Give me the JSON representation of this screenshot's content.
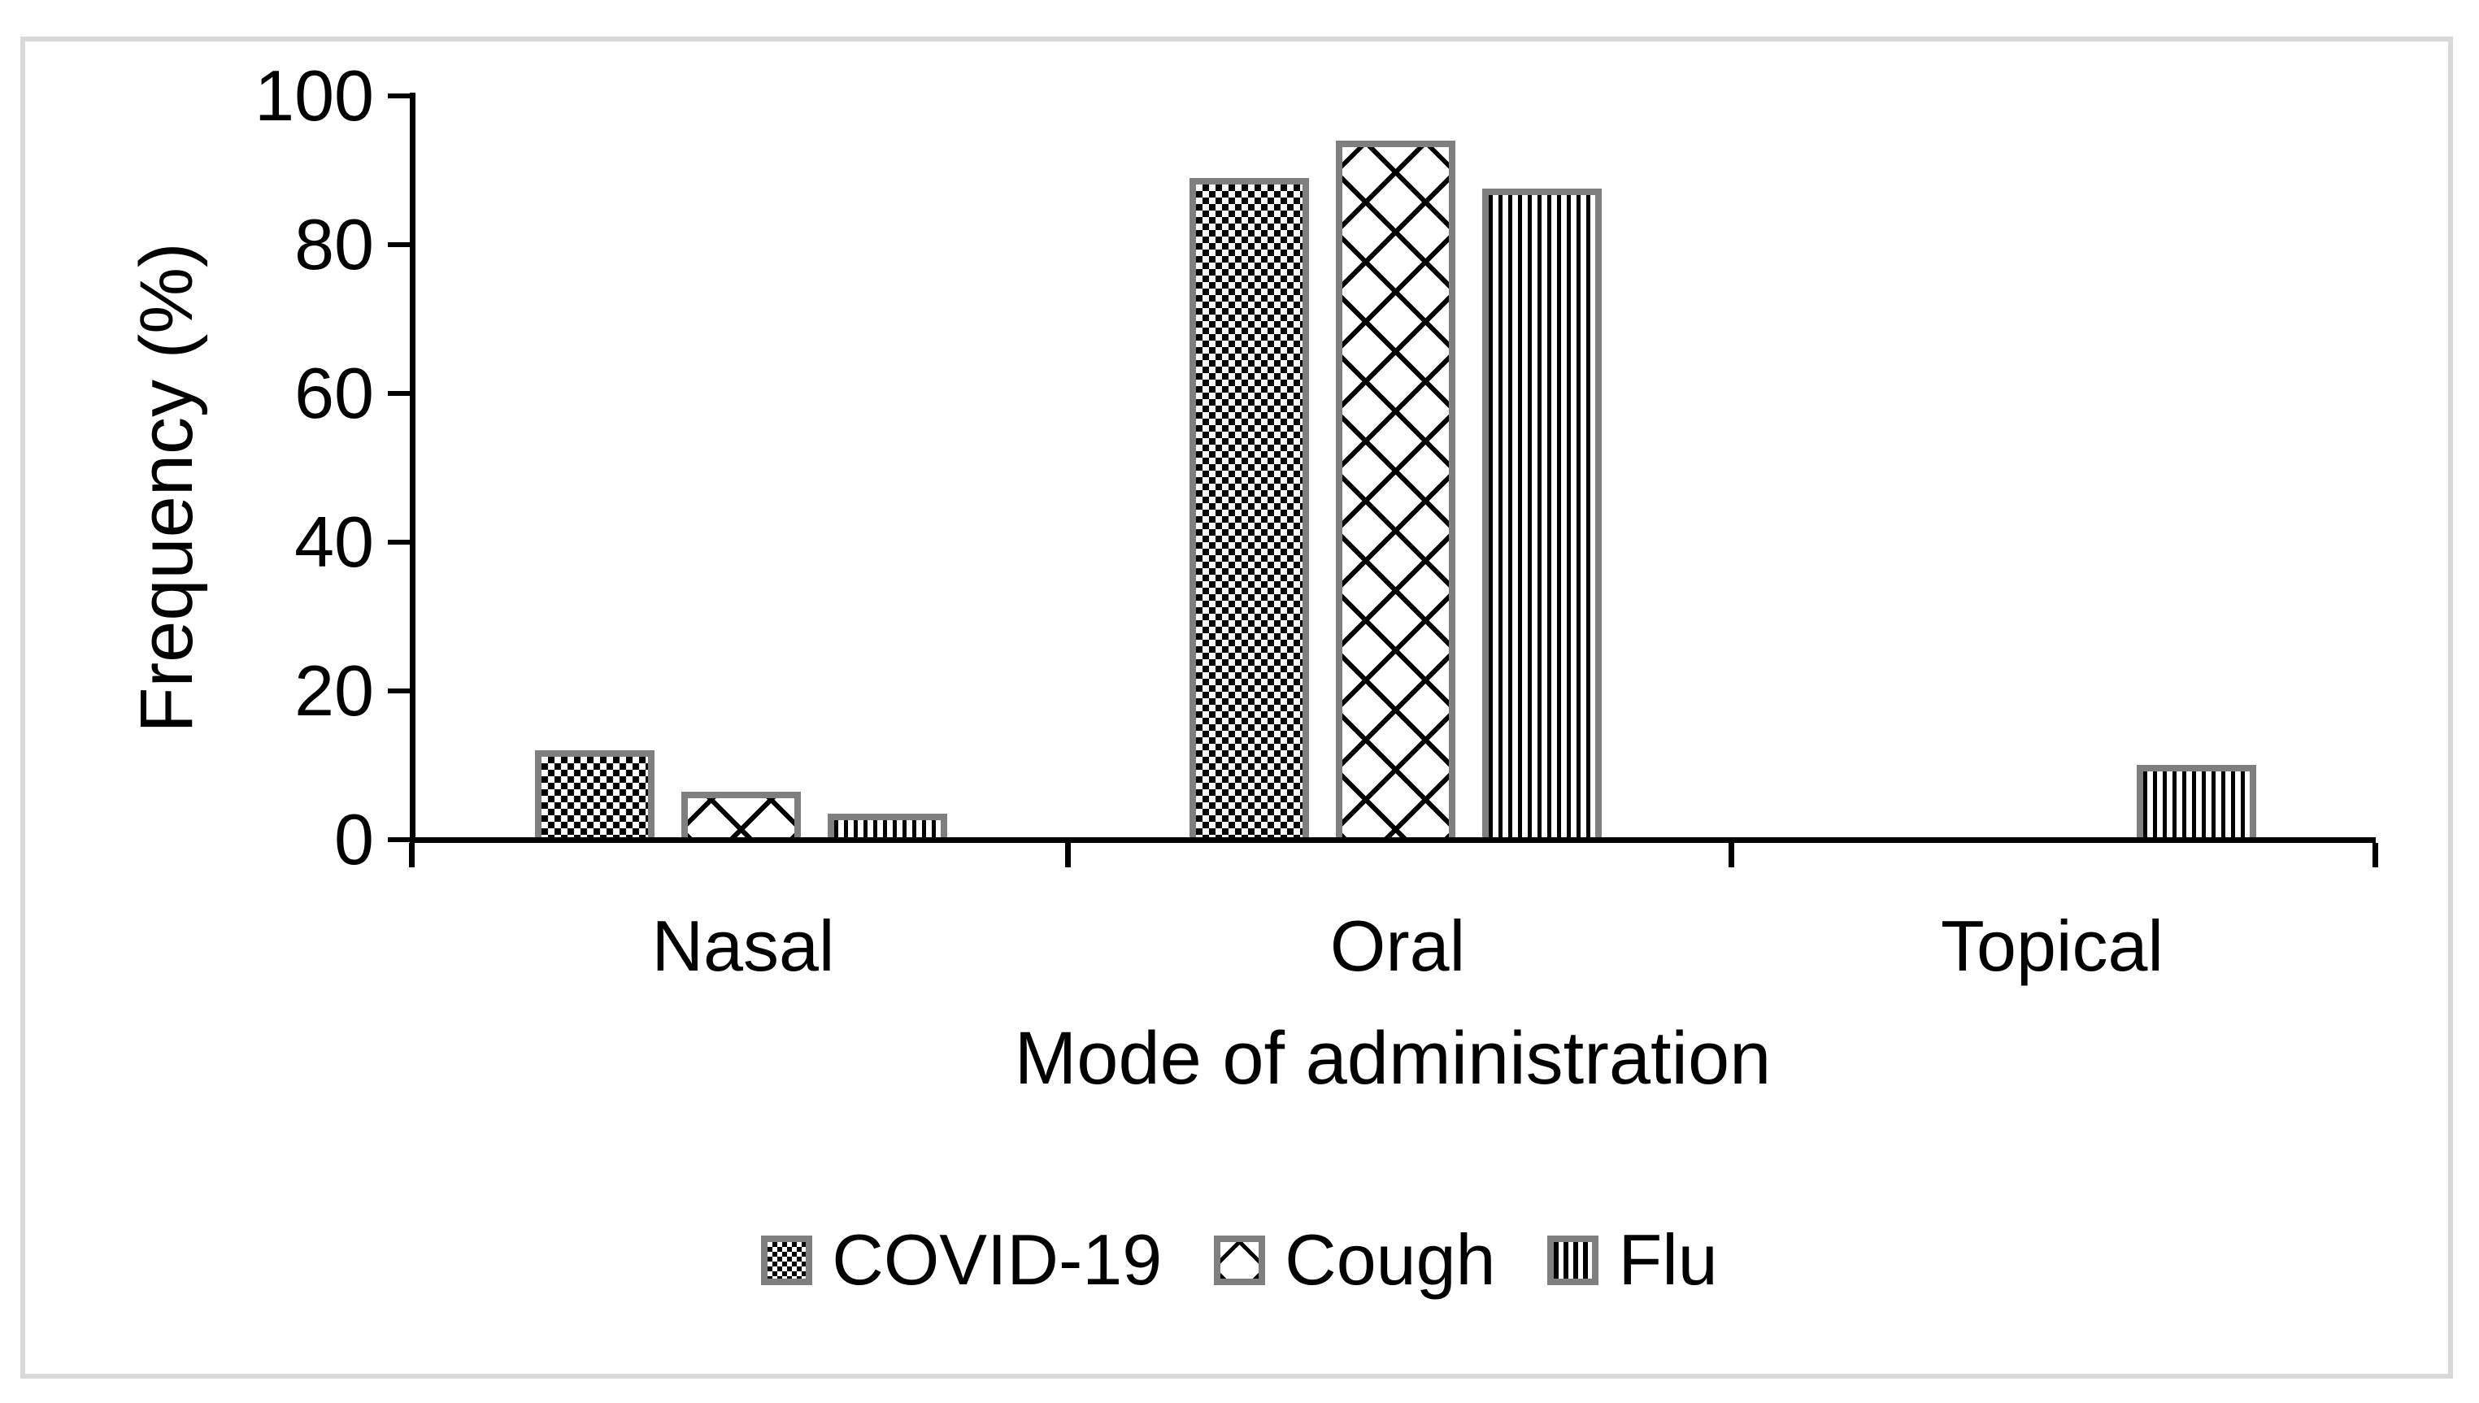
{
  "chart_data": {
    "type": "bar",
    "title": "",
    "xlabel": "Mode of administration",
    "ylabel": "Frequency (%)",
    "ylim": [
      0,
      100
    ],
    "yticks": [
      0,
      20,
      40,
      60,
      80,
      100
    ],
    "categories": [
      "Nasal",
      "Oral",
      "Topical"
    ],
    "series": [
      {
        "name": "COVID-19",
        "pattern": "checkerboard",
        "values": [
          12,
          89,
          0
        ]
      },
      {
        "name": "Cough",
        "pattern": "diagonal-crosshatch",
        "values": [
          6.5,
          94,
          0
        ]
      },
      {
        "name": "Flu",
        "pattern": "vertical-stripes",
        "values": [
          3.5,
          87.5,
          10
        ]
      }
    ],
    "legend_position": "bottom",
    "grid": false,
    "colors": {
      "bar_outline": "#7f7f7f",
      "pattern_ink": "#000000",
      "axis": "#000000",
      "frame_border": "#d9d9d9",
      "background": "#ffffff"
    }
  }
}
